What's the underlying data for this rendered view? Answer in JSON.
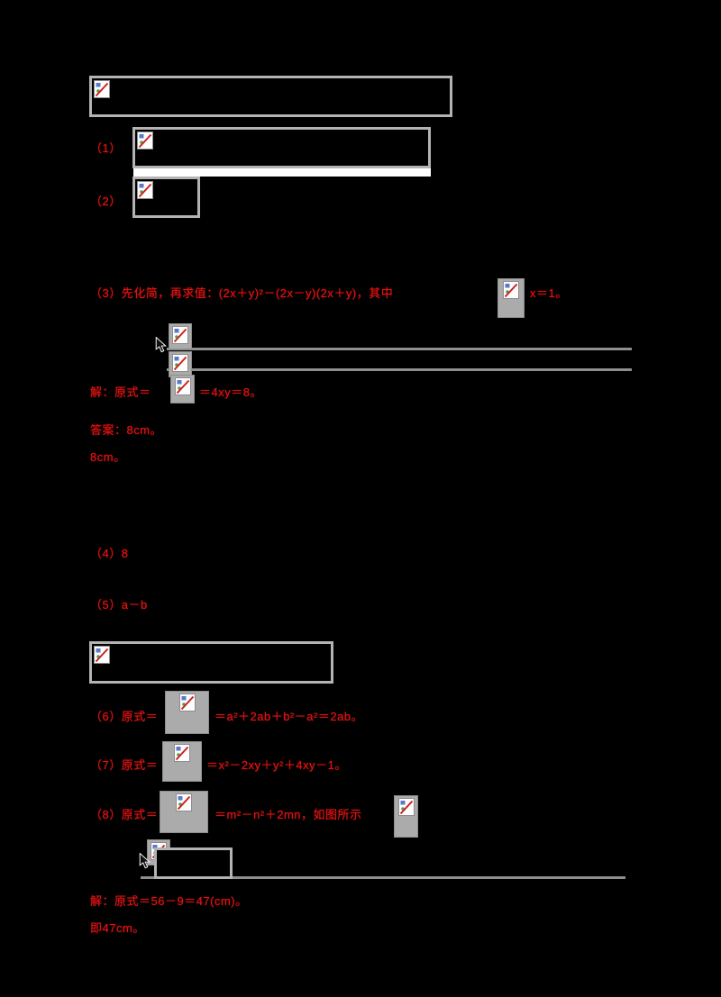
{
  "palette": {
    "background": "#000000",
    "text_red": "#e01212",
    "box_border_gray": "#b3b3b3",
    "tile_gray": "#ababab",
    "rule_gray": "#8f8f8f"
  },
  "icons": {
    "broken_image": "broken-image-icon",
    "cursor": "mouse-cursor-icon"
  },
  "texts": {
    "q1_label": "（1）",
    "q2_label": "（2）",
    "q3_before": "（3）先化简，再求值：(2x＋y)²－(2x－y)(2x＋y)，其中",
    "q3_after": "x＝1。",
    "sol1_before": "解：原式＝",
    "sol1_after": "＝4xy＝8。",
    "ans1": "答案：8cm。",
    "ans1_note": "8cm。",
    "q4": "（4）8",
    "q5": "（5）a－b",
    "q6_before": "（6）原式＝",
    "q6_after": "＝a²＋2ab＋b²－a²＝2ab。",
    "q7_before": "（7）原式＝",
    "q7_after": "＝x²－2xy＋y²＋4xy－1。",
    "q8_before": "（8）原式＝",
    "q8_after": "＝m²－n²＋2mn，如图所示",
    "sol2": "解：原式＝56－9＝47(cm)。",
    "final_note": "即47cm。"
  }
}
